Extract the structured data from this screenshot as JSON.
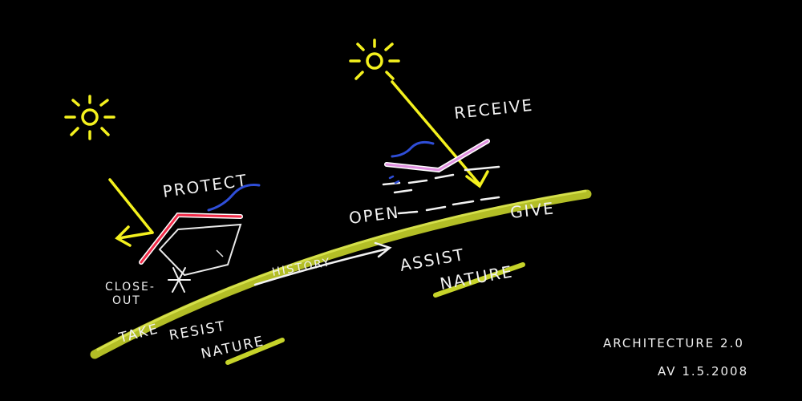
{
  "labels": {
    "protect": "PROTECT",
    "receive": "RECEIVE",
    "open": "OPEN",
    "give": "GIVE",
    "close_out_1": "CLOSE-",
    "close_out_2": "OUT",
    "history": "HISTORY",
    "assist": "ASSIST",
    "assist_nature": "NATURE",
    "take": "TAKE",
    "resist": "RESIST",
    "resist_nature": "NATURE"
  },
  "signature": {
    "title": "ARCHITECTURE 2.0",
    "author_date": "AV 1.5.2008"
  },
  "colors": {
    "background": "#000000",
    "chalk": "#f2f2f2",
    "sun": "#f4f11e",
    "ground": "#c6d32a",
    "roof_red": "#f02a48",
    "roof_pink": "#e090e0",
    "wind_blue": "#2f4ed8"
  }
}
